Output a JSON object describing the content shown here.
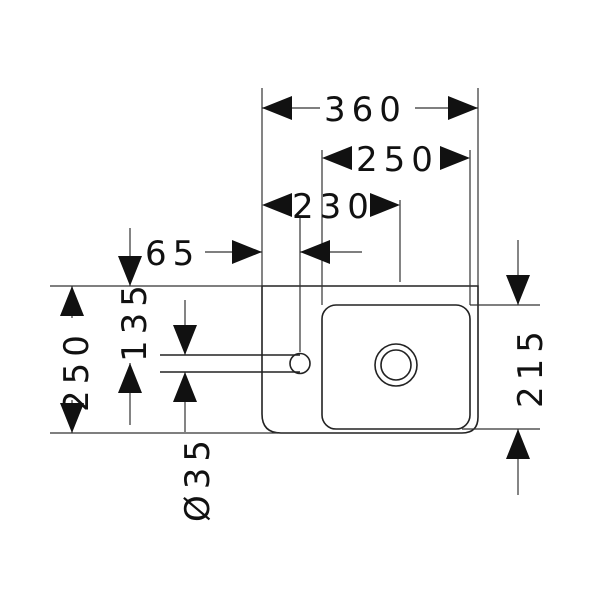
{
  "dimensions": {
    "overall_width": "360",
    "basin_width": "250",
    "drain_offset": "230",
    "left_offset": "65",
    "overall_depth": "250",
    "rail_depth": "135",
    "basin_depth": "215",
    "rail_diameter": "Ø35"
  },
  "colors": {
    "line": "#222222",
    "text": "#111111",
    "background": "#ffffff"
  }
}
